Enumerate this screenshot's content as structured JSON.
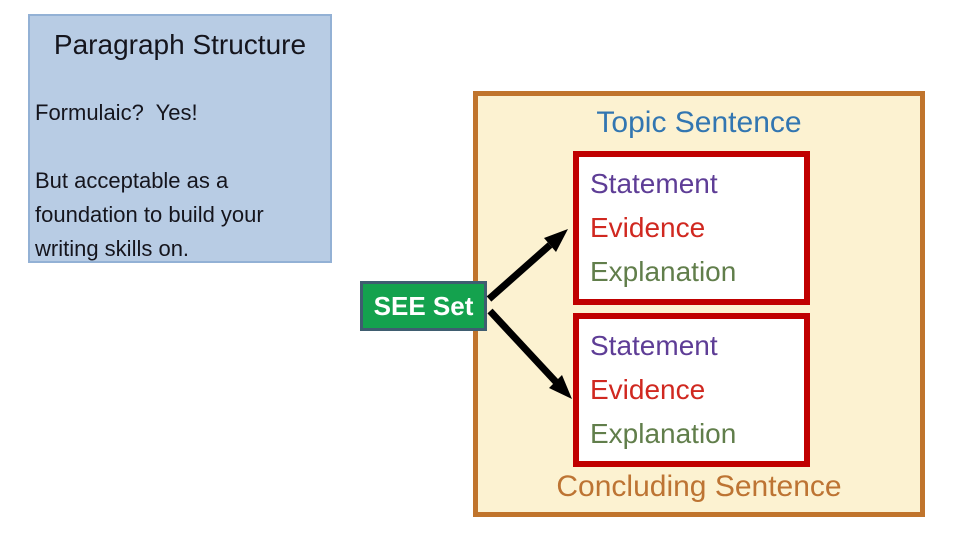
{
  "title_panel": {
    "title": "Paragraph Structure",
    "statement": "Formulaic?  Yes!",
    "body_lines": [
      "But acceptable as a",
      "foundation to build your",
      "writing skills on."
    ],
    "fill_color": "#b8cce4",
    "border_color": "#93b1d5",
    "text_color": "#15151d"
  },
  "paragraph_frame": {
    "topic_sentence": "Topic Sentence",
    "concluding_sentence": "Concluding Sentence",
    "fill_color": "#fcf2d1",
    "border_color": "#c0742c",
    "topic_color": "#3276b1",
    "concluding_color": "#bd7433",
    "see_boxes": [
      {
        "border_color": "#c00000",
        "fill_color": "#ffffff",
        "lines": [
          {
            "label": "Statement",
            "color": "#5e3d96"
          },
          {
            "label": "Evidence",
            "color": "#d02820"
          },
          {
            "label": "Explanation",
            "color": "#617e4b"
          }
        ]
      },
      {
        "border_color": "#c00000",
        "fill_color": "#ffffff",
        "lines": [
          {
            "label": "Statement",
            "color": "#5e3d96"
          },
          {
            "label": "Evidence",
            "color": "#d02820"
          },
          {
            "label": "Explanation",
            "color": "#617e4b"
          }
        ]
      }
    ]
  },
  "see_set_badge": {
    "label": "SEE Set",
    "fill_color": "#14a24e",
    "border_color": "#3f5d70",
    "text_color": "#ffffff"
  },
  "arrows": {
    "color": "#000000",
    "count": 2,
    "description": "two black arrows from SEE Set badge to each SEE box"
  }
}
